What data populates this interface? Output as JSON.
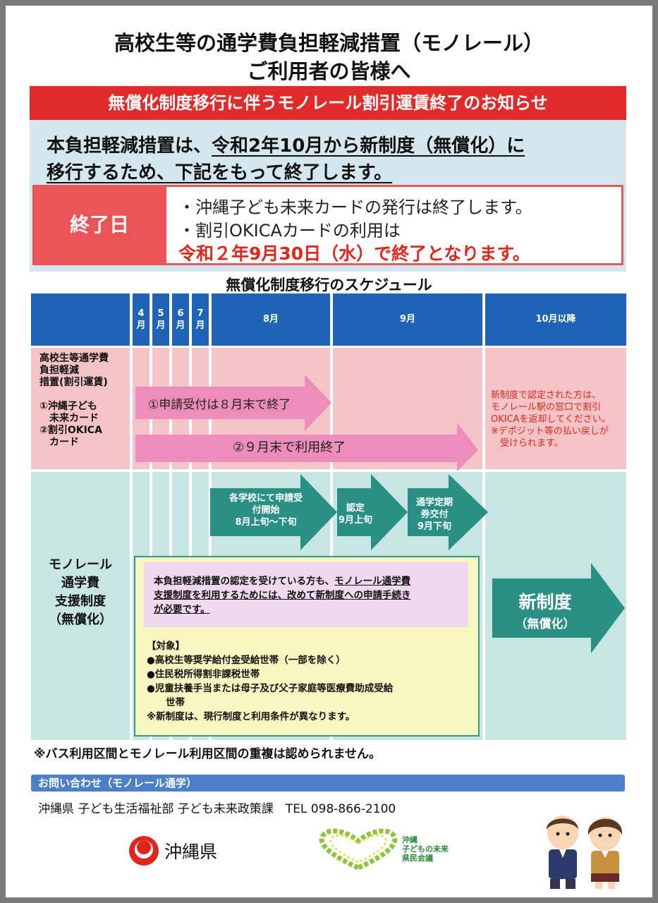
{
  "title": {
    "line1": "高校生等の通学費負担軽減措置（モノレール）",
    "line2": "ご利用者の皆様へ"
  },
  "banner": "無償化制度移行に伴うモノレール割引運賃終了のお知らせ",
  "main_message": {
    "part1": "本負担軽減措置は、",
    "part2_underlined": "令和2年10月から新制度（無償化）に",
    "line2_underlined": "移行するため、下記をもって終了します。"
  },
  "end_notice": {
    "label": "終了日",
    "line1": "・沖縄子ども未来カードの発行は終了します。",
    "line2": "・割引OKICAカードの利用は",
    "line3": "令和２年9月30日（水）で終了となります。"
  },
  "schedule": {
    "heading": "無償化制度移行のスケジュール",
    "months": [
      {
        "top": "4",
        "bottom": "月"
      },
      {
        "top": "5",
        "bottom": "月"
      },
      {
        "top": "6",
        "bottom": "月"
      },
      {
        "top": "7",
        "bottom": "月"
      }
    ],
    "aug": "8月",
    "sep": "9月",
    "oct": "10月以降",
    "row1": {
      "label_lines": [
        "高校生等通学費",
        "負担軽減",
        "措置(割引運賃)",
        "",
        "①沖縄子ども",
        "　未来カード",
        "②割引OKICA",
        "　カード"
      ],
      "arrow1": "①申請受付は８月末で終了",
      "arrow2": "②９月末で利用終了",
      "note_lines": [
        "新制度で認定された方は、",
        "モノレール駅の窓口で割引",
        "OKICAを返却してください。",
        "※デポジット等の払い戻しが",
        "　受けられます。"
      ]
    },
    "row2": {
      "label_lines": [
        "モノレール",
        "通学費",
        "支援制度",
        "（無償化）"
      ],
      "step1_lines": [
        "各学校にて申請受",
        "付開始",
        "8月上旬～下旬"
      ],
      "step2_lines": [
        "認定",
        "9月上旬"
      ],
      "step3_lines": [
        "通学定期",
        "券交付",
        "9月下旬"
      ],
      "notice_lines": {
        "l1a": "本負担軽減措置の認定を受けている方も、",
        "l1b": "モノレール通学費",
        "l2": "支援制度を利用するためには、改めて新制度への申請手続き",
        "l3": "が必要です。"
      },
      "target_title": "【対象】",
      "targets": [
        "●高校生等奨学給付金受給世帯（一部を除く）",
        "●住民税所得割非課税世帯",
        "●児童扶養手当または母子及び父子家庭等医療費助成受給",
        "　　世帯"
      ],
      "target_note": "※新制度は、現行制度と利用条件が異なります。",
      "new_system": "新制度",
      "new_system_sub": "（無償化）"
    }
  },
  "bottom_note": "※バス利用区間とモノレール利用区間の重複は認められません。",
  "contact": {
    "heading": "お問い合わせ（モノレール通学）",
    "text": "沖縄県 子ども生活福祉部 子ども未来政策課　TEL 098-866-2100"
  },
  "footer": {
    "prefecture": "沖縄県",
    "council_lines": [
      "沖縄",
      "子どもの未来",
      "県民会議"
    ]
  },
  "colors": {
    "red": "#e12a2a",
    "blue_header": "#1e63b5",
    "pink_row": "#f4c3c5",
    "pink_arrow": "#ec8cb8",
    "teal_row": "#c7e5e3",
    "teal_arrow": "#2a9085",
    "yellow_box": "#f8f6c0",
    "lavender_box": "#f0d9ef"
  }
}
